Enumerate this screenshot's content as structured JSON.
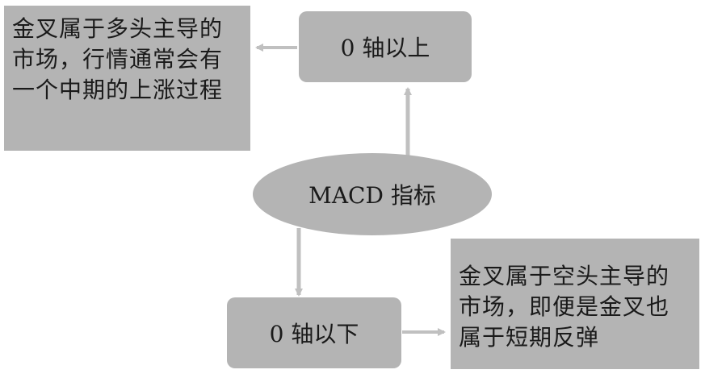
{
  "nodes": {
    "center": "MACD 指标",
    "above": "0 轴以上",
    "below": "0 轴以下",
    "above_note": "金叉属于多头主导的\n市场，行情通常会有\n一个中期的上涨过程",
    "below_note": "金叉属于空头主导的\n市场，即便是金叉也\n属于短期反弹"
  },
  "colors": {
    "box": "#b4b4b4",
    "arrow": "#c0c0c0",
    "text": "#1a1a1a"
  }
}
